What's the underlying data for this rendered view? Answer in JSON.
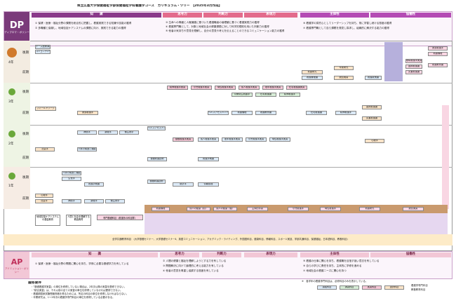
{
  "title": "県立広島大学保健福祉学部保健福祉学科看護学コース　カリキュラム・ツリー　【2025年3月作成】",
  "dp": {
    "label": "DP",
    "sub": "ディプロマ・ポリシー",
    "header_knowledge": "知　　識",
    "header_thinking": "思考力",
    "header_judgment": "判断力",
    "header_expression": "表現力",
    "header_initiative": "主体性",
    "header_collab": "協働性",
    "knowledge_lines": [
      "① 保健・医療・福祉分野の課題を総合的に把握し、看護実践できる知識や技能の獲得",
      "② 多職種と協働し、地域包括ケアシステムの課題に向け、実践できる能力の獲得"
    ],
    "thinking_lines": [
      "③ 生命への尊厳と人権擁護に基づいた看護職者の倫理観に基づく看護実践力の獲得",
      "④ 看護専門職として、対象と地域社会の健康課題に対して科学的根拠を用いた判断力の獲得",
      "⑤ 他者の気持ちや意見を理解し、自分の意見や考えを伝えることのできるコミュニケーション能力の獲得"
    ],
    "initiative_lines": [
      "⑥ 看護学の探究心としてリーダーシップを持ち、常に学習し続ける態度の獲得",
      "⑦ 看護専門職として自ら課題を発見し探求し、組織的に解決する能力の獲得"
    ]
  },
  "years": [
    {
      "label": "4年",
      "terms": [
        "後期",
        "前期"
      ]
    },
    {
      "label": "3年",
      "terms": [
        "後期",
        "前期"
      ]
    },
    {
      "label": "2年",
      "terms": [
        "後期",
        "前期"
      ]
    },
    {
      "label": "1年",
      "terms": [
        "後期",
        "前期"
      ]
    }
  ],
  "courses": {
    "c1": "チーム医療演習",
    "c2": "コミュニティケア実習",
    "c3": "看護研究",
    "c4": "卒業研究",
    "c5": "統合実習",
    "c6": "看護管理論",
    "c7": "看護政策論",
    "c8": "地域看護学実習",
    "c9": "精神看護学実習",
    "c10": "小児看護学実習",
    "c11": "母性看護学実習",
    "c12": "成人看護学実習",
    "c13": "老年看護学実習",
    "c14": "在宅看護論実習",
    "c15": "公衆衛生看護学",
    "c16": "国際看護論",
    "c17": "災害看護論",
    "c18": "家族看護学",
    "c19": "看護倫理",
    "c20": "看護教育論",
    "c21": "ヘルスアセスメント",
    "c22": "病態学",
    "c23": "薬理学",
    "c24": "微生物学",
    "c25": "人体の構造と機能",
    "c26": "看護学概論",
    "c27": "基礎看護技術",
    "c28": "生化学",
    "c29": "心理学",
    "c30": "社会学",
    "c31": "統計学",
    "c32": "情報処理",
    "c33": "フィールドワーク",
    "c34": "基礎看護学実習",
    "c35": "在宅看護論",
    "c36": "精神看護学"
  },
  "general_ed": {
    "items": [
      "看護倫理",
      "成人の健康（前）",
      "成人の健康（後）",
      "主体的学習",
      "小児看護学",
      "母性看護学",
      "看護研究",
      "統合実習"
    ],
    "band": "全学共通教育科目　(大学基礎セミナー、大学基礎セミナーⅡ、英語コミュニケーション、アカデミック・ライティング、外国語科目、健康科目、情報科目、スポーツ実技、学部共通科目、保健福祉、日本語科目、教養科目)",
    "left1": "地域包括ケアシステムの基盤教育",
    "left2": "人間と社会を理解する教養教育",
    "left3": "専門基礎科目（看護系の科目群）"
  },
  "ap": {
    "label": "AP",
    "sub": "アドミッション・ポリシー",
    "header_knowledge": "知　　識",
    "header_thinking": "思考力",
    "header_judgment": "判断力",
    "header_expression": "表現力",
    "header_initiative": "主体性",
    "header_collab": "協働性",
    "knowledge_lines": [
      "① 保健・医療・福祉分野の問題に関心を持ち、学修に必要な基礎学力を有している"
    ],
    "thinking_lines": [
      "② 人間の健康と福祉を理解しようとする力を有している",
      "③ 問題解決に向けて論理的に考える能力を有している",
      "④ 他者の意見を尊重し協調する態度を有している"
    ],
    "initiative_lines": [
      "⑤ 看護の仕事に関心を持ち、看護職を目指す強い意志を有している",
      "⑥ 自らの学びに責任を持ち、主体的に学修を進める",
      "⑦ 地域社会の看護ニーズに関心を持つ"
    ]
  },
  "notes": {
    "heading": "履修要件",
    "lines": [
      "・「基礎看護学実習」の単位を修得していない場合は、2年次以降の実習を履修できない。",
      "・「統合実習」は、それ以前の全ての実習の単位を修得していなければ履修できない。",
      "・看護師国家試験受験資格を得るためには、所定の科目の単位を修得しなければならない。",
      "・卒業研究は、1〜3年次の看護学専門科目の単位を修得している必要がある。"
    ],
    "legend_title": "※　各学年の看護専門科目は、必修科目のみを表示している。",
    "legend": [
      "講義科目",
      "演習科目",
      "実習科目",
      "選択科目"
    ],
    "legend_right": [
      "看護学専門科目",
      "教養教育科目"
    ]
  }
}
